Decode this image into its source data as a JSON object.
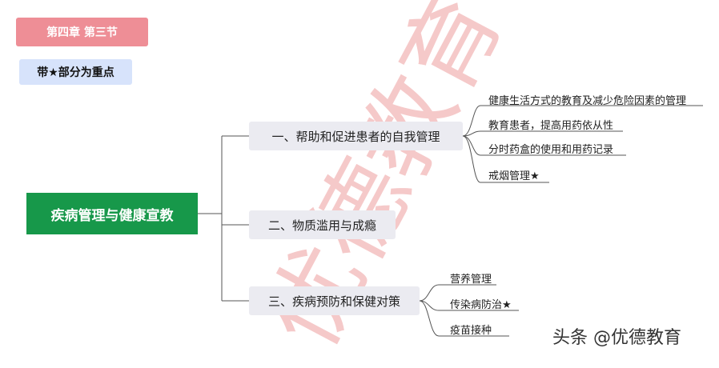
{
  "tags": {
    "chapter": "第四章  第三节",
    "focus_note": "带★部分为重点"
  },
  "root": "疾病管理与健康宣教",
  "branches": [
    {
      "label": "一、帮助和促进患者的自我管理",
      "leaves": [
        "健康生活方式的教育及减少危险因素的管理",
        "教育患者，提高用药依从性",
        "分时药盒的使用和用药记录",
        "戒烟管理★"
      ]
    },
    {
      "label": "二、物质滥用与成瘾",
      "leaves": []
    },
    {
      "label": "三、疾病预防和保健对策",
      "leaves": [
        "营养管理",
        "传染病防治★",
        "疫苗接种"
      ]
    }
  ],
  "watermark": "优德教育",
  "credit": "头条 @优德教育",
  "colors": {
    "chapter_tag": "#ee8e96",
    "focus_tag": "#d7e3fb",
    "root": "#17984a",
    "branch": "#ebebf1",
    "connector": "#555555"
  }
}
